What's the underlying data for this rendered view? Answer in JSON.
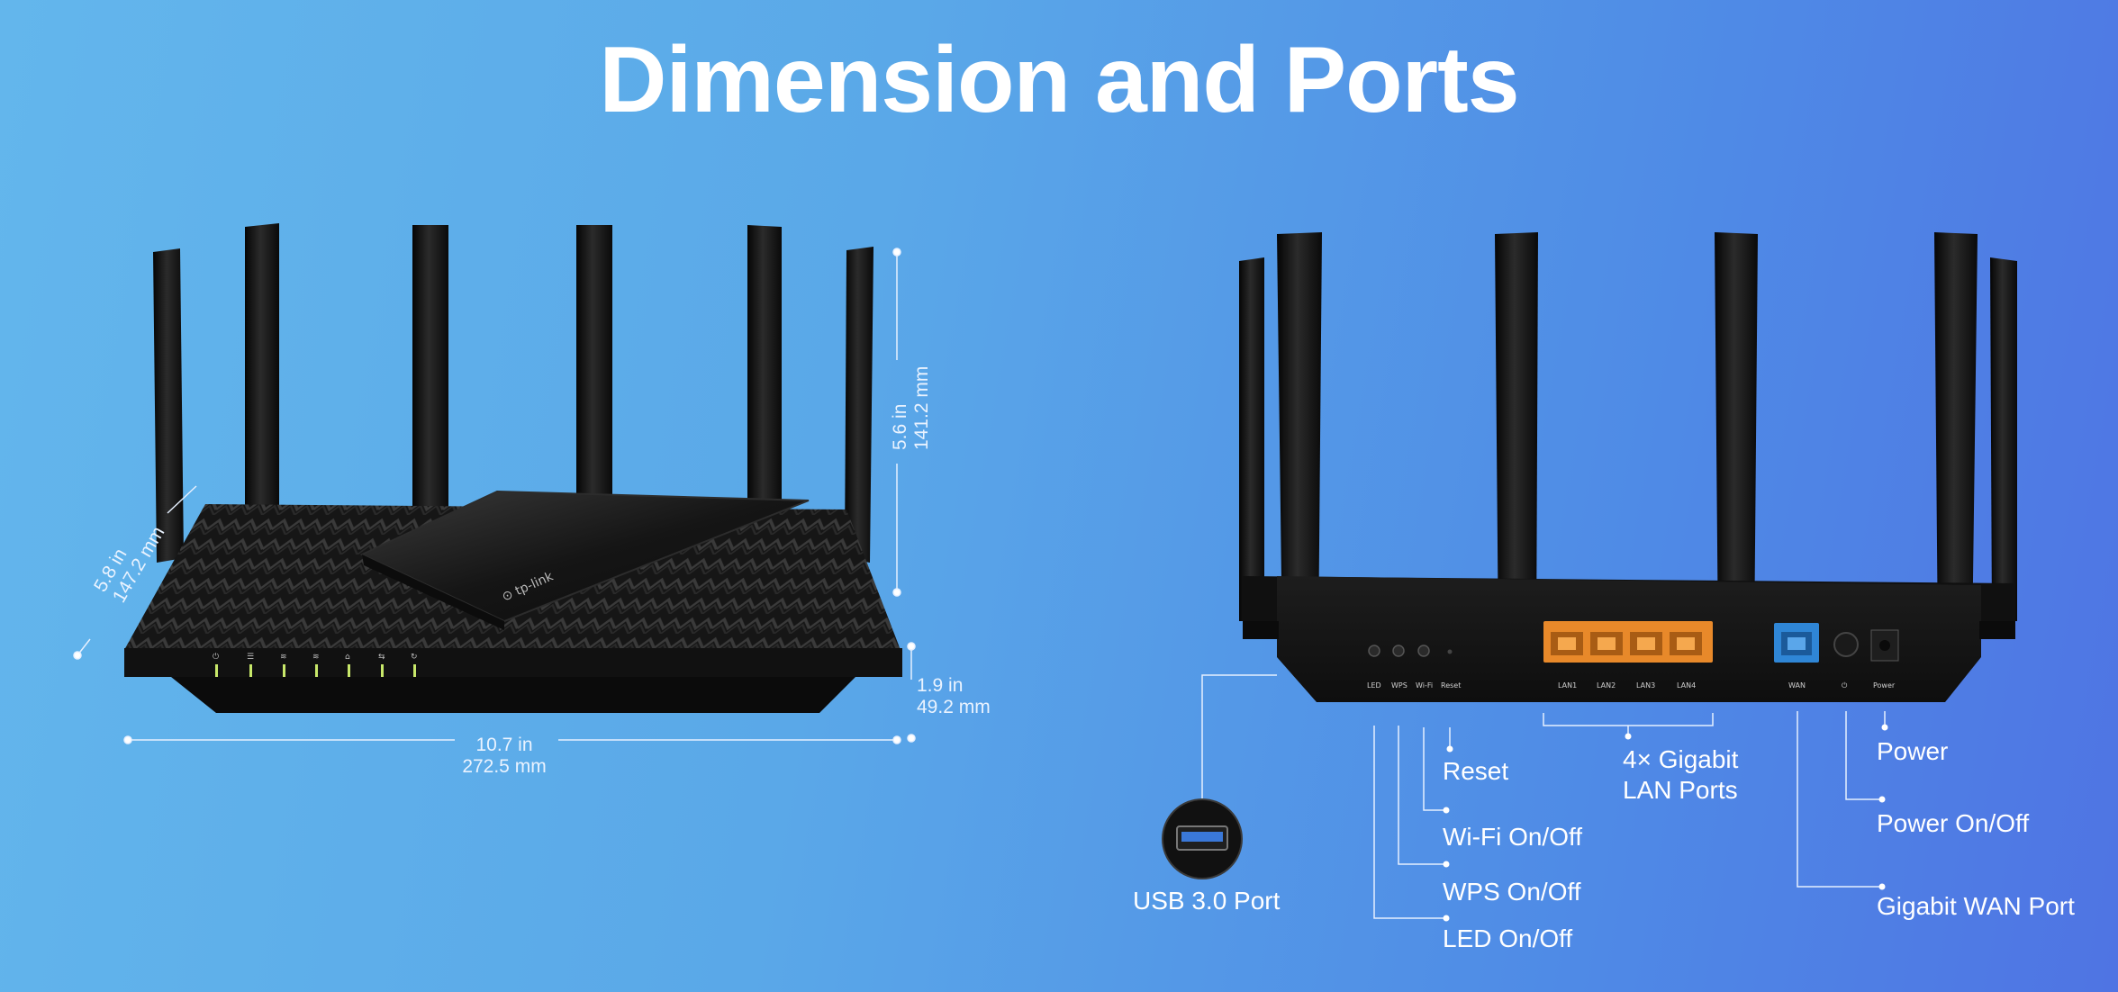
{
  "title": "Dimension and Ports",
  "dimensions": {
    "depth_in": "5.8 in",
    "depth_mm": "147.2 mm",
    "height_in": "5.6 in",
    "height_mm": "141.2 mm",
    "base_in": "1.9 in",
    "base_mm": "49.2 mm",
    "width_in": "10.7 in",
    "width_mm": "272.5 mm"
  },
  "back_panel_labels": {
    "led": "LED",
    "wps": "WPS",
    "wifi": "Wi-Fi",
    "reset": "Reset",
    "lan1": "LAN1",
    "lan2": "LAN2",
    "lan3": "LAN3",
    "lan4": "LAN4",
    "wan": "WAN",
    "power": "Power"
  },
  "callouts": {
    "reset": "Reset",
    "wifi_toggle": "Wi-Fi On/Off",
    "wps_toggle": "WPS On/Off",
    "led_toggle": "LED On/Off",
    "lan_line1": "4× Gigabit",
    "lan_line2": "LAN Ports",
    "power": "Power",
    "power_toggle": "Power On/Off",
    "wan": "Gigabit WAN Port",
    "usb": "USB 3.0 Port"
  },
  "brand": "tp-link",
  "colors": {
    "lan_port": "#e8892a",
    "wan_port": "#2f86d6",
    "led_on": "#c8e86a",
    "router_body": "#141414"
  }
}
